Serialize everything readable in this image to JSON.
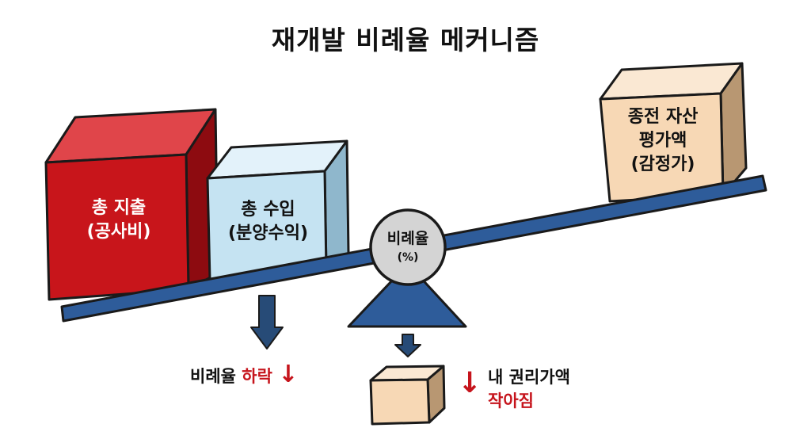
{
  "title": "재개발 비례율 메커니즘",
  "blocks": {
    "expense": {
      "line1": "총 지출",
      "line2": "(공사비)"
    },
    "revenue": {
      "line1": "총 수입",
      "line2": "(분양수익)"
    },
    "asset": {
      "line1": "종전 자산",
      "line2": "평가액",
      "line3": "(감정가)"
    }
  },
  "fulcrum": {
    "label": "비례율",
    "unit": "(%)"
  },
  "effects": {
    "ratio": {
      "prefix": "비례율 ",
      "highlight": "하락",
      "arrow": "↓"
    },
    "rights": {
      "line1": "내 권리가액",
      "highlight": "작아짐",
      "arrow": "↓"
    }
  },
  "colors": {
    "expense_front": "#c8151b",
    "revenue_front": "#c5e3f2",
    "asset_front": "#f7d8b5",
    "beam": "#2e5c9a",
    "fulcrum_base": "#2e5c9a",
    "circle": "#d4d4d4",
    "arrow_blue": "#274b77",
    "highlight_red": "#c6141c"
  }
}
